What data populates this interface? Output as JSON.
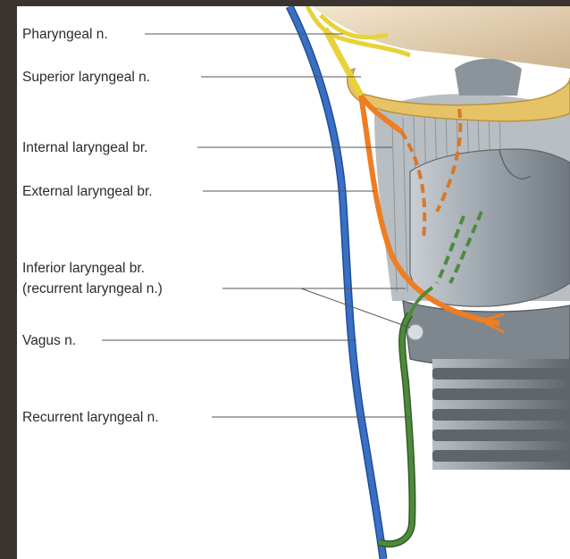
{
  "labels": {
    "pharyngeal": "Pharyngeal n.",
    "superior_laryngeal": "Superior laryngeal n.",
    "internal_laryngeal": "Internal laryngeal br.",
    "external_laryngeal": "External laryngeal br.",
    "inferior_laryngeal_line1": "Inferior laryngeal br.",
    "inferior_laryngeal_line2": "(recurrent laryngeal n.)",
    "vagus": "Vagus n.",
    "recurrent_laryngeal": "Recurrent laryngeal n."
  },
  "colors": {
    "vagus_nerve": "#3b6fc4",
    "pharyngeal_nerve": "#f2e24a",
    "superior_laryngeal_nerve": "#ef7d22",
    "recurrent_nerve": "#4f8a3c",
    "hyoid_bone": "#e9c86a",
    "cartilage": "#9aa4ad",
    "trachea_ring": "#6d757c",
    "skull_base": "#e8d6b8"
  }
}
